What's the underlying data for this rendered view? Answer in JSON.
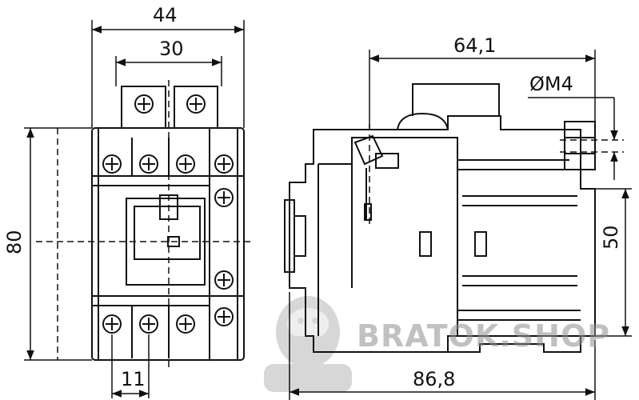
{
  "dimensions": {
    "width_overall": "44",
    "width_terminals": "30",
    "height_overall": "80",
    "terminal_pitch": "11",
    "depth_top": "64,1",
    "hole_diameter": "ØM4",
    "mounting_height": "50",
    "depth_overall": "86,8"
  },
  "watermark": {
    "text": "BRATOK.SHOP"
  },
  "colors": {
    "line": "#111111",
    "background": "#ffffff",
    "watermark": "#8f8f8f"
  }
}
